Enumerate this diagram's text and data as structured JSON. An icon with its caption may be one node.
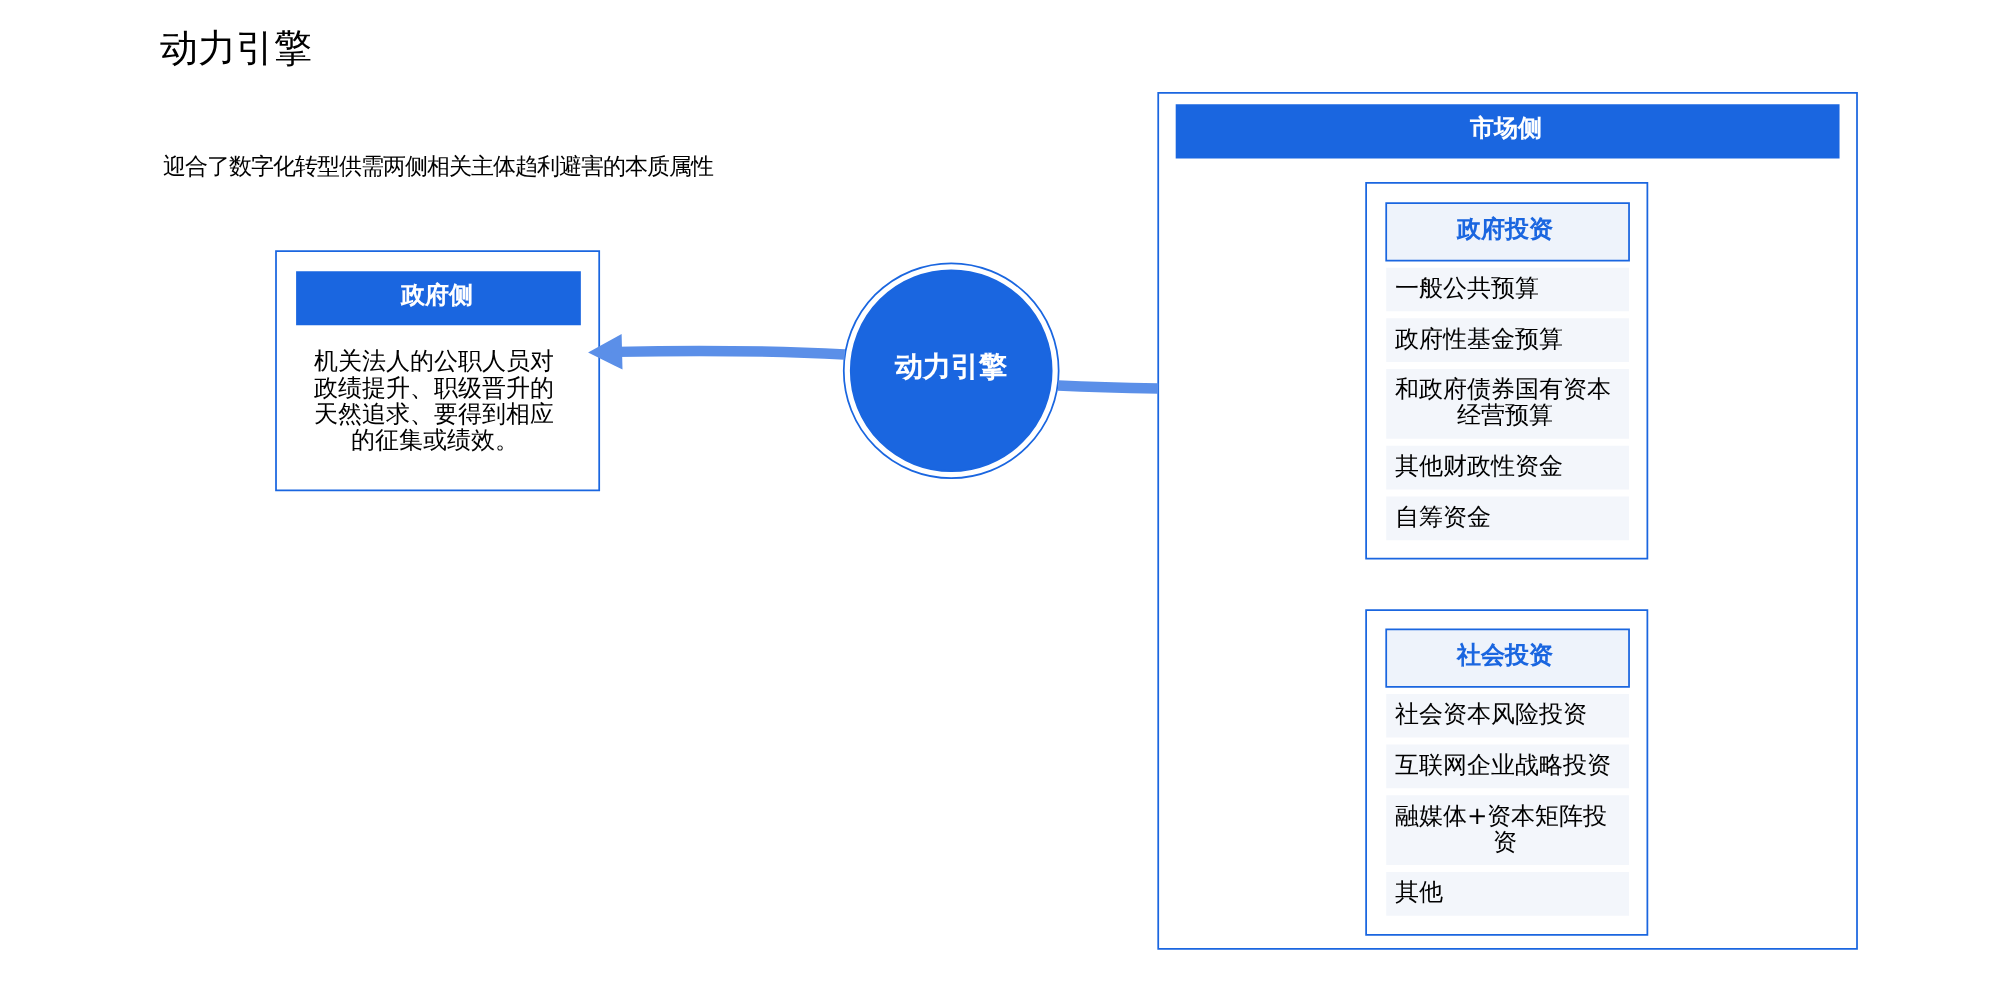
{
  "diagram": {
    "title": "动力引擎",
    "labels": [
      "迎合了数字化转型供需两侧相关主体趋利避害的本质属性"
    ],
    "nodes": [
      {
        "text": [
          "政府侧",
          "机关法人的公职人员对政绩提升、职级晋升的天然追求、要得到相应的征集或绩效。"
        ]
      },
      {
        "text": [
          "动力引擎"
        ]
      },
      {
        "text": [
          "市场侧"
        ]
      },
      {
        "text": [
          "政府投资",
          "一般公共预算",
          "政府性基金预算",
          "和政府债券国有资本经营预算",
          "其他财政性资金",
          "自筹资金"
        ],
        "in": 2
      },
      {
        "text": [
          "社会投资",
          "社会资本风险投资",
          "互联网企业战略投资",
          "融媒体+资本矩阵投资",
          "其他"
        ],
        "in": 2
      }
    ],
    "edges": [
      {
        "from": 1,
        "to": 0,
        "arrow": "to"
      },
      {
        "from": 2,
        "to": 1,
        "arrow": "none"
      }
    ]
  }
}
